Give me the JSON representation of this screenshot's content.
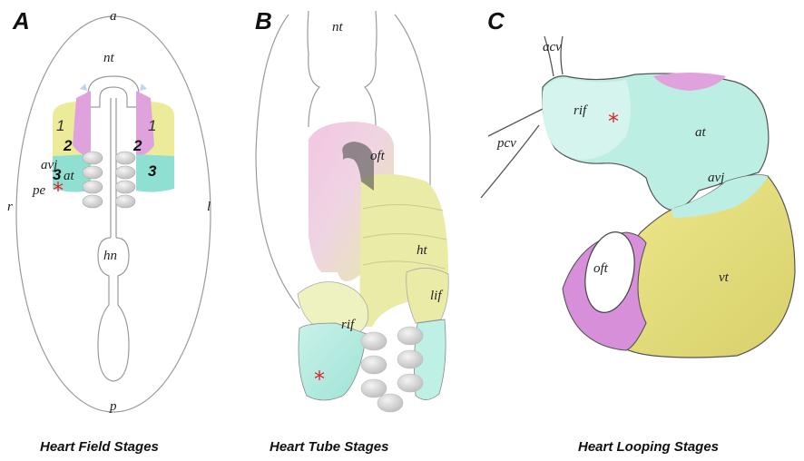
{
  "panels": {
    "a": {
      "letter": "A",
      "caption": "Heart Field Stages",
      "labels": {
        "a": "a",
        "p": "p",
        "nt": "nt",
        "hn": "hn",
        "r": "r",
        "l": "l",
        "avj": "avj",
        "at": "at",
        "pe": "pe"
      },
      "field_numbers": {
        "one": "1",
        "two": "2",
        "three": "3"
      }
    },
    "b": {
      "letter": "B",
      "caption": "Heart Tube Stages",
      "labels": {
        "nt": "nt",
        "oft": "oft",
        "ht": "ht",
        "lif": "lif",
        "rif": "rif"
      }
    },
    "c": {
      "letter": "C",
      "caption": "Heart Looping Stages",
      "labels": {
        "acv": "acv",
        "pcv": "pcv",
        "rif": "rif",
        "at": "at",
        "avj": "avj",
        "oft": "oft",
        "vt": "vt"
      }
    }
  },
  "marker": "*",
  "colors": {
    "field1_yellow": "#eceb9a",
    "field2_pink": "#e0a2dd",
    "field3_teal": "#8fe0d2",
    "light_teal": "#c7f0e8",
    "tube_pink": "#eec1e0",
    "tube_yellow": "#e9eba6",
    "vt_yellow": "#e8e27d",
    "oft_purple": "#d78fd9",
    "marker_red": "#e0262b"
  }
}
